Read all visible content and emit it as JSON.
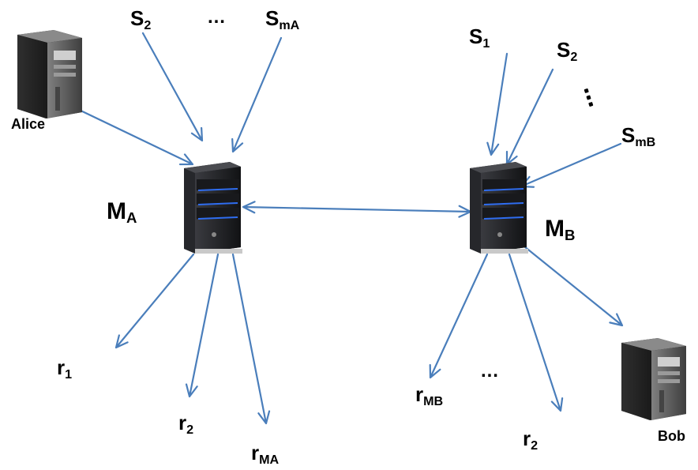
{
  "nodes": {
    "alice": {
      "label": "Alice"
    },
    "bob": {
      "label": "Bob"
    },
    "ma": {
      "base": "M",
      "sub": "A"
    },
    "mb": {
      "base": "M",
      "sub": "B"
    }
  },
  "senders_a": {
    "s2": {
      "base": "S",
      "sub": "2"
    },
    "ellipsis": "…",
    "sma": {
      "base": "S",
      "sub": "mA"
    }
  },
  "senders_b": {
    "s1": {
      "base": "S",
      "sub": "1"
    },
    "s2": {
      "base": "S",
      "sub": "2"
    },
    "smb": {
      "base": "S",
      "sub": "mB"
    }
  },
  "receivers_a": {
    "r1": {
      "base": "r",
      "sub": "1"
    },
    "r2": {
      "base": "r",
      "sub": "2"
    },
    "rma": {
      "base": "r",
      "sub": "MA"
    }
  },
  "receivers_b": {
    "rmb": {
      "base": "r",
      "sub": "MB"
    },
    "ellipsis": "…",
    "r2": {
      "base": "r",
      "sub": "2"
    }
  },
  "colors": {
    "arrow": "#4a7ebb",
    "server_dark": "#1c1d20",
    "server_led": "#2f6df0",
    "pc_body": "#5a5a5a"
  }
}
